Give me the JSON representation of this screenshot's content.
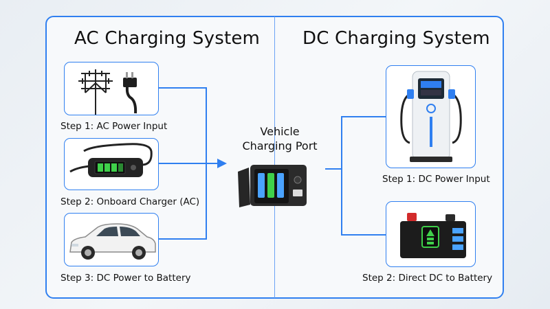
{
  "ac": {
    "title": "AC Charging System",
    "steps": [
      {
        "label": "Step 1: AC Power Input",
        "icon": "power-pole-plug-icon"
      },
      {
        "label": "Step 2: Onboard Charger (AC)",
        "icon": "onboard-charger-icon"
      },
      {
        "label": "Step 3: DC Power to Battery",
        "icon": "car-icon"
      }
    ]
  },
  "center": {
    "label_line1": "Vehicle",
    "label_line2": "Charging Port",
    "icon": "charging-port-icon"
  },
  "dc": {
    "title": "DC Charging System",
    "steps": [
      {
        "label": "Step 1: DC Power Input",
        "icon": "dc-charging-station-icon"
      },
      {
        "label": "Step 2: Direct DC to Battery",
        "icon": "battery-pack-icon"
      }
    ]
  },
  "colors": {
    "frame": "#2f7ff0",
    "connector": "#2f7ff0",
    "battery_green": "#3fd04a",
    "battery_blue": "#4aa3ff"
  }
}
